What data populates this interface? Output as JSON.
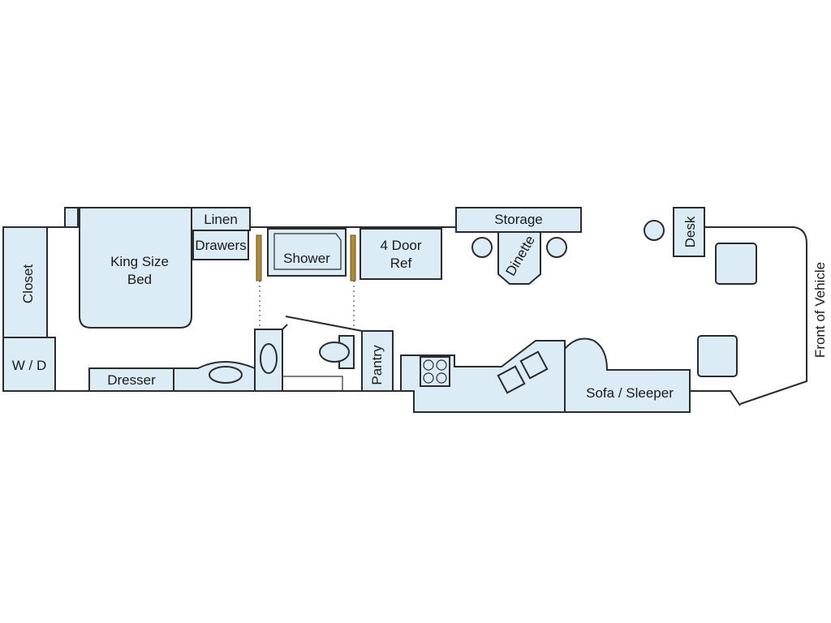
{
  "labels": {
    "closet": "Closet",
    "washer_dryer": "W / D",
    "bed": [
      "King Size",
      "Bed"
    ],
    "linen": "Linen",
    "drawers": "Drawers",
    "shower": "Shower",
    "refrigerator": [
      "4 Door",
      "Ref"
    ],
    "storage": "Storage",
    "dinette": "Dinette",
    "desk": "Desk",
    "front": "Front of Vehicle",
    "dresser": "Dresser",
    "pantry": "Pantry",
    "sofa": "Sofa / Sleeper"
  },
  "colors": {
    "fill": "#dcecf7",
    "stroke": "#2b2b2b",
    "door": "#b08a3a"
  }
}
